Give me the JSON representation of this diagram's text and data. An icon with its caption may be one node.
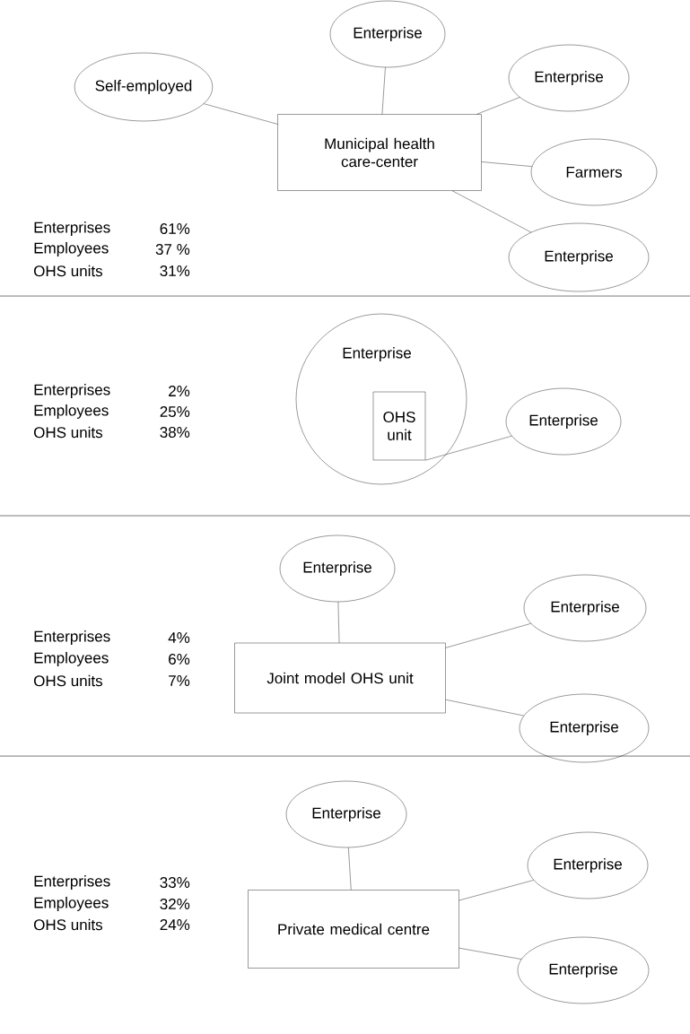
{
  "diagram": {
    "nodes": [
      {
        "text": [
          "Self-employed"
        ]
      },
      {
        "text": [
          "Enterprise"
        ]
      },
      {
        "text": [
          "Enterprise"
        ]
      },
      {
        "text": [
          "Municipal health care-center"
        ]
      },
      {
        "text": [
          "Farmers"
        ]
      },
      {
        "text": [
          "Enterprise"
        ]
      },
      {
        "text": [
          "Enterprise"
        ]
      },
      {
        "text": [
          "OHS unit"
        ],
        "in": 6
      },
      {
        "text": [
          "Enterprise"
        ]
      },
      {
        "text": [
          "Enterprise"
        ]
      },
      {
        "text": [
          "Enterprise"
        ]
      },
      {
        "text": [
          "Joint model OHS unit"
        ]
      },
      {
        "text": [
          "Enterprise"
        ]
      },
      {
        "text": [
          "Enterprise"
        ]
      },
      {
        "text": [
          "Enterprise"
        ]
      },
      {
        "text": [
          "Private medical centre"
        ]
      },
      {
        "text": [
          "Enterprise"
        ]
      }
    ],
    "edges": [
      {
        "from": 0,
        "to": 3,
        "arrow": "none"
      },
      {
        "from": 1,
        "to": 3,
        "arrow": "none"
      },
      {
        "from": 2,
        "to": 3,
        "arrow": "none"
      },
      {
        "from": 4,
        "to": 3,
        "arrow": "none"
      },
      {
        "from": 5,
        "to": 3,
        "arrow": "none"
      },
      {
        "from": 7,
        "to": 8,
        "arrow": "none"
      },
      {
        "from": 9,
        "to": 11,
        "arrow": "none"
      },
      {
        "from": 10,
        "to": 11,
        "arrow": "none"
      },
      {
        "from": 12,
        "to": 11,
        "arrow": "none"
      },
      {
        "from": 13,
        "to": 15,
        "arrow": "none"
      },
      {
        "from": 14,
        "to": 15,
        "arrow": "none"
      },
      {
        "from": 16,
        "to": 15,
        "arrow": "none"
      }
    ],
    "labels": [
      "Enterprises",
      "61%",
      "Employees",
      "37 %",
      "OHS units",
      "31%",
      "Enterprises",
      "2%",
      "Employees",
      "25%",
      "OHS units",
      "38%",
      "Enterprises",
      "4%",
      "Employees",
      "6%",
      "OHS units",
      "7%",
      "Enterprises",
      "33%",
      "Employees",
      "32%",
      "OHS units",
      "24%"
    ]
  }
}
